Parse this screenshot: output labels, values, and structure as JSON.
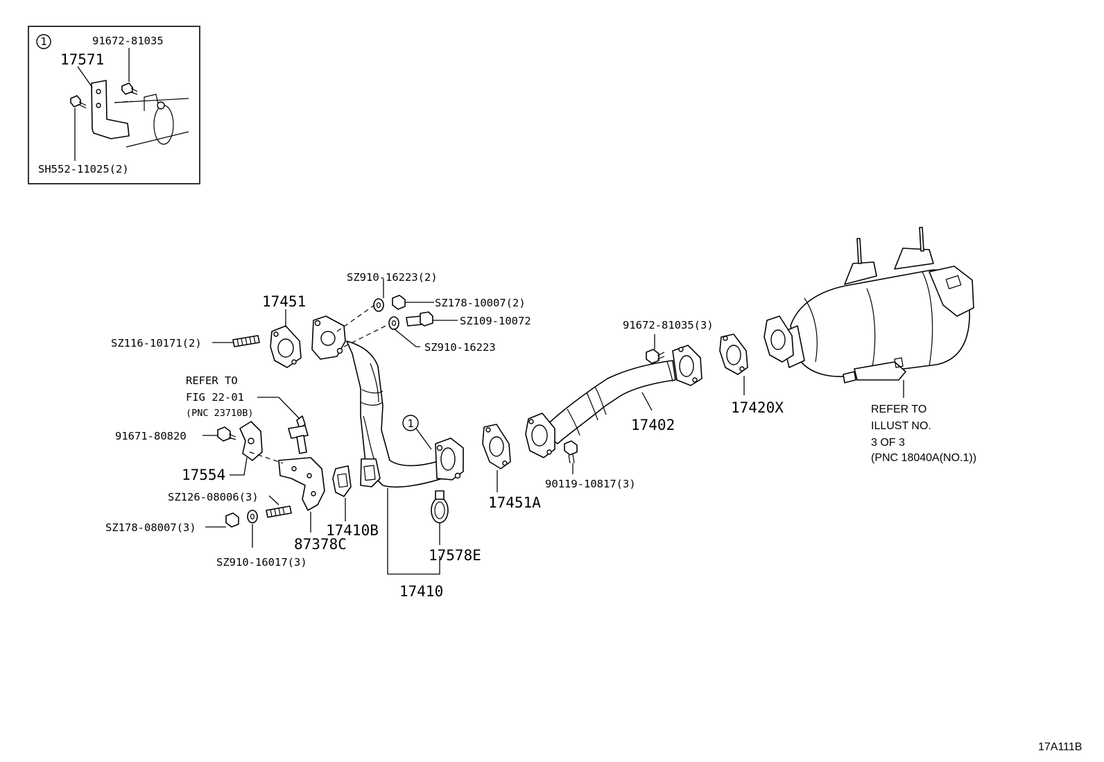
{
  "diagram_code": "17A111B",
  "inset": {
    "marker": "1",
    "labels": {
      "bolt_top": "91672-81035",
      "bracket": "17571",
      "bolt_bottom": "SH552-11025(2)"
    }
  },
  "callout_marker": "1",
  "labels": {
    "sz910_16223_2": "SZ910-16223(2)",
    "sz178_10007_2": "SZ178-10007(2)",
    "sz109_10072": "SZ109-10072",
    "sz910_16223": "SZ910-16223",
    "p17451": "17451",
    "sz116_10171_2": "SZ116-10171(2)",
    "refer_fig_line1": "REFER TO",
    "refer_fig_line2": "FIG 22-01",
    "refer_fig_line3": "(PNC 23710B)",
    "p91671_80820": "91671-80820",
    "p17554": "17554",
    "sz126_08006_3": "SZ126-08006(3)",
    "sz178_08007_3": "SZ178-08007(3)",
    "p87378c": "87378C",
    "sz910_16017_3": "SZ910-16017(3)",
    "p17410b": "17410B",
    "p17410": "17410",
    "p17578e": "17578E",
    "p17451a": "17451A",
    "p91672_81035_3": "91672-81035(3)",
    "p17402": "17402",
    "p90119_10817_3": "90119-10817(3)",
    "p17420x": "17420X",
    "refer_illust_line1": "REFER TO",
    "refer_illust_line2": "ILLUST NO.",
    "refer_illust_line3": "3 OF 3",
    "refer_illust_line4": "(PNC 18040A(NO.1))"
  }
}
